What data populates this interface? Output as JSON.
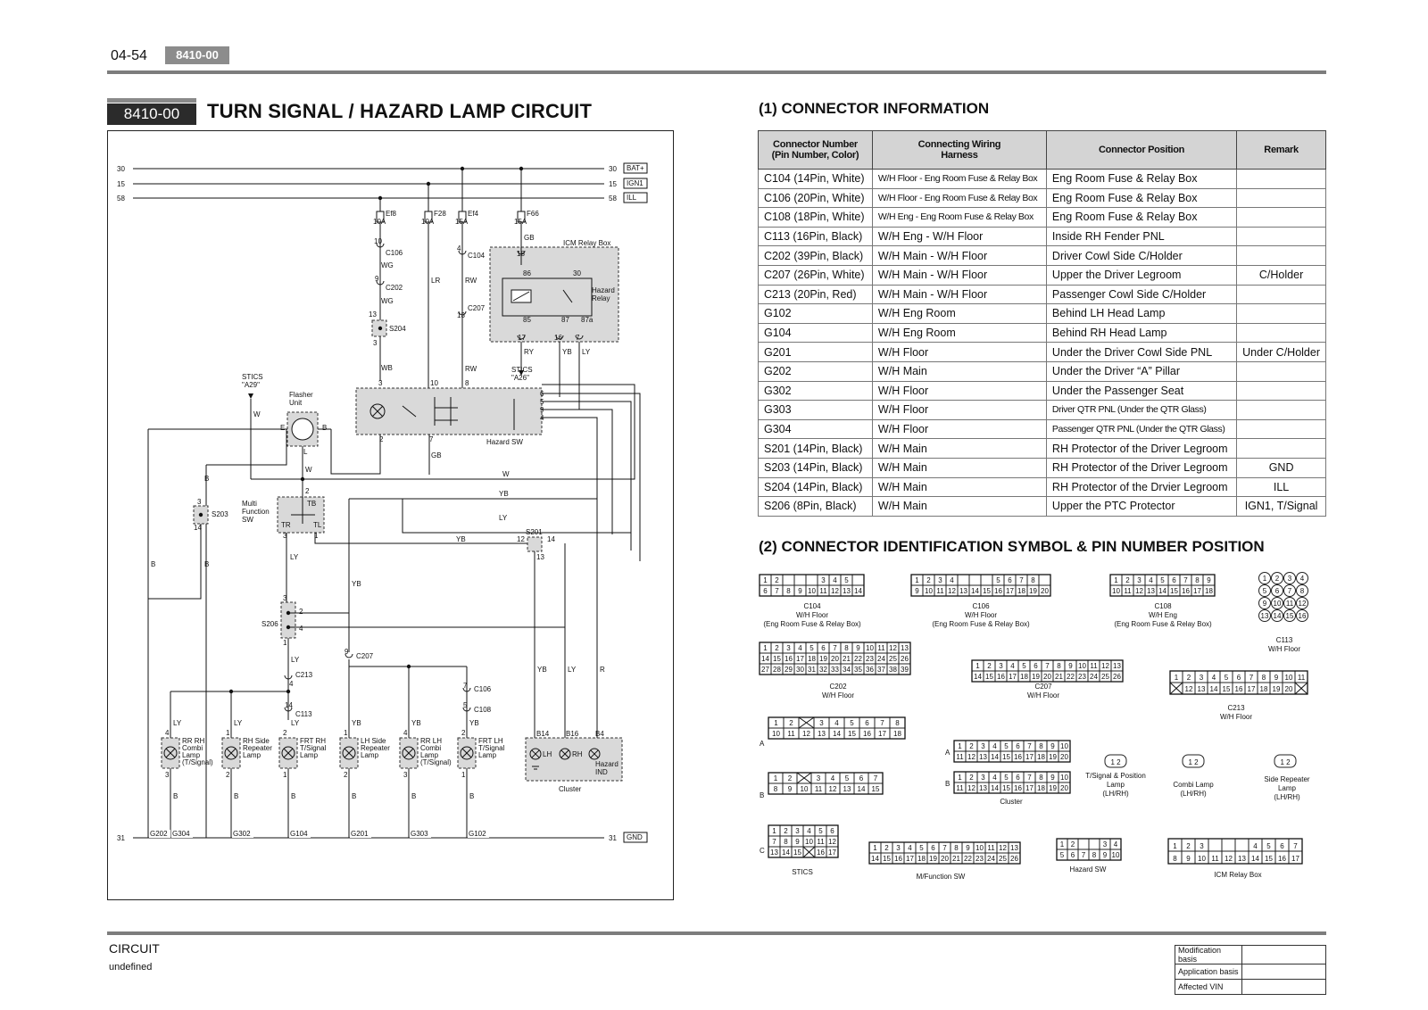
{
  "header": {
    "page_number": "04-54",
    "code": "8410-00"
  },
  "section": {
    "code_label": "8410-00",
    "title": "TURN SIGNAL / HAZARD LAMP CIRCUIT"
  },
  "circuit": {
    "rails": [
      {
        "left": "30",
        "right": "30",
        "tag": "BAT+"
      },
      {
        "left": "15",
        "right": "15",
        "tag": "IGN1"
      },
      {
        "left": "58",
        "right": "58",
        "tag": "ILL"
      }
    ],
    "ground": {
      "left": "31",
      "right": "31",
      "tag": "GND"
    },
    "fuses": [
      {
        "name": "Ef8",
        "rating": "10A"
      },
      {
        "name": "F28",
        "rating": "10A"
      },
      {
        "name": "Ef4",
        "rating": "15A"
      },
      {
        "name": "F66",
        "rating": "15A"
      }
    ],
    "labels": {
      "c106": "C106",
      "wg1": "WG",
      "c202": "C202",
      "wg2": "WG",
      "s204": "S204",
      "wb": "WB",
      "lr": "LR",
      "rw1": "RW",
      "c104": "C104",
      "c207a": "C207",
      "rw2": "RW",
      "gb": "GB",
      "icm": "ICM Relay Box",
      "hazard_relay": "Hazard\nRelay",
      "ry": "RY",
      "yb_r": "YB",
      "ly_r": "LY",
      "stics_a29": "STICS\n\"A29\"",
      "stics_a26": "STICS\n\"A26\"",
      "flasher": "Flasher\nUnit",
      "hazard_sw": "Hazard SW",
      "gb2": "GB",
      "w1": "W",
      "w2": "W",
      "w3": "W",
      "b_lbl": "B",
      "s203": "S203",
      "multi_sw": "Multi\nFunction\nSW",
      "yb1": "YB",
      "ly1": "LY",
      "yb2": "YB",
      "s201": "S201",
      "ly2": "LY",
      "yb3": "YB",
      "s206": "S206",
      "c207b": "C207",
      "ly3": "LY",
      "c213": "C213",
      "c106b": "C106",
      "c108": "C108",
      "c113": "C113",
      "yb4": "YB",
      "ly4": "LY",
      "r1": "R",
      "cluster": "Cluster",
      "hazard_ind": "Hazard\nIND",
      "lh": "LH",
      "rh": "RH",
      "b14": "B14",
      "b16": "B16",
      "b4": "B4"
    },
    "lamps": [
      {
        "name": "RR RH\nCombi\nLamp\n(T/Signal)",
        "wire": "LY",
        "top": "4",
        "bot": "3"
      },
      {
        "name": "RH Side\nRepeater\nLamp",
        "wire": "LY",
        "top": "1",
        "bot": "2"
      },
      {
        "name": "FRT RH\nT/Signal\nLamp",
        "wire": "LY",
        "top": "2",
        "bot": "1"
      },
      {
        "name": "LH Side\nRepeater\nLamp",
        "wire": "YB",
        "top": "1",
        "bot": "2"
      },
      {
        "name": "RR LH\nCombi\nLamp\n(T/Signal)",
        "wire": "YB",
        "top": "4",
        "bot": "3"
      },
      {
        "name": "FRT LH\nT/Signal\nLamp",
        "wire": "YB",
        "top": "2",
        "bot": "1"
      }
    ],
    "grounds": [
      "G202",
      "G304",
      "G302",
      "G104",
      "G201",
      "G303",
      "G102"
    ]
  },
  "connector_info": {
    "heading": "(1) CONNECTOR INFORMATION",
    "columns": [
      "Connector Number\n(Pin Number, Color)",
      "Connecting Wiring\nHarness",
      "Connector Position",
      "Remark"
    ],
    "rows": [
      [
        "C104 (14Pin, White)",
        "W/H Floor - Eng Room Fuse & Relay Box",
        "Eng Room Fuse & Relay Box",
        ""
      ],
      [
        "C106 (20Pin, White)",
        "W/H Floor - Eng Room Fuse & Relay Box",
        "Eng Room Fuse & Relay Box",
        ""
      ],
      [
        "C108 (18Pin, White)",
        "W/H Eng - Eng Room Fuse & Relay Box",
        "Eng Room Fuse & Relay Box",
        ""
      ],
      [
        "C113 (16Pin, Black)",
        "W/H Eng - W/H Floor",
        "Inside RH Fender PNL",
        ""
      ],
      [
        "C202 (39Pin, Black)",
        "W/H Main - W/H Floor",
        "Driver Cowl Side C/Holder",
        ""
      ],
      [
        "C207 (26Pin, White)",
        "W/H Main - W/H Floor",
        "Upper the Driver Legroom",
        "C/Holder"
      ],
      [
        "C213 (20Pin, Red)",
        "W/H Main - W/H Floor",
        "Passenger Cowl Side C/Holder",
        ""
      ],
      [
        "G102",
        "W/H Eng Room",
        "Behind LH Head Lamp",
        ""
      ],
      [
        "G104",
        "W/H Eng Room",
        "Behind RH Head Lamp",
        ""
      ],
      [
        "G201",
        "W/H Floor",
        "Under the Driver Cowl Side PNL",
        "Under C/Holder"
      ],
      [
        "G202",
        "W/H Main",
        "Under the Driver “A” Pillar",
        ""
      ],
      [
        "G302",
        "W/H Floor",
        "Under the Passenger Seat",
        ""
      ],
      [
        "G303",
        "W/H Floor",
        "Driver QTR PNL (Under the QTR Glass)",
        ""
      ],
      [
        "G304",
        "W/H Floor",
        "Passenger QTR PNL (Under the QTR Glass)",
        ""
      ],
      [
        "S201 (14Pin, Black)",
        "W/H Main",
        "RH Protector of the Driver Legroom",
        ""
      ],
      [
        "S203 (14Pin, Black)",
        "W/H Main",
        "RH Protector of the Driver Legroom",
        "GND"
      ],
      [
        "S204 (14Pin, Black)",
        "W/H Main",
        "RH Protector of the Drvier Legroom",
        "ILL"
      ],
      [
        "S206 (8Pin, Black)",
        "W/H Main",
        "Upper the PTC Protector",
        "IGN1, T/Signal"
      ]
    ]
  },
  "ident": {
    "heading": "(2) CONNECTOR IDENTIFICATION SYMBOL & PIN NUMBER POSITION",
    "connectors": [
      {
        "id": "c104",
        "caption": "C104\nW/H Floor\n(Eng Room Fuse & Relay Box)",
        "rows": [
          "1 2 _ _ 3 4 5",
          "6 7 8 9 10 11 12 13 14"
        ]
      },
      {
        "id": "c106",
        "caption": "C106\nW/H Floor\n(Eng Room Fuse & Relay Box)",
        "rows": [
          "1 2 3 4 _ _ 5 6 7 8",
          "9 10 11 12 13 14 15 16 17 18 19 20"
        ]
      },
      {
        "id": "c108",
        "caption": "C108\nW/H Eng\n(Eng Room Fuse & Relay Box)",
        "rows": [
          "1 2 3 4 5 6 7 8 9",
          "10 11 12 13 14 15 16 17 18"
        ]
      },
      {
        "id": "c113",
        "caption": "C113\nW/H Floor"
      },
      {
        "id": "c202",
        "caption": "C202\nW/H Floor",
        "rows": [
          "1 2 3 4 5 6 7 8 9 10 11 12 13",
          "14 15 16 17 18 19 20 21 22 23 24 25 26",
          "27 28 29 30 31 32 33 34 35 36 37 38 39"
        ]
      },
      {
        "id": "c207",
        "caption": "C207\nW/H Floor",
        "rows": [
          "1 2 3 4 5 6 7 8 9 10 11 12 13",
          "14 15 16 17 18 19 20 21 22 23 24 25 26"
        ]
      },
      {
        "id": "c213",
        "caption": "C213\nW/H Floor",
        "rows": [
          "1 2 3 4 5 6 7 8 9 10 11",
          "12 13 14 15 16 17 18 19 20"
        ]
      },
      {
        "id": "stics",
        "caption": "STICS",
        "parts": [
          "A",
          "B",
          "C"
        ]
      },
      {
        "id": "cluster",
        "caption": "Cluster",
        "parts": [
          "A",
          "B"
        ]
      },
      {
        "id": "tsig",
        "caption": "T/Signal & Position\nLamp\n(LH/RH)"
      },
      {
        "id": "combi",
        "caption": "Combi Lamp\n(LH/RH)"
      },
      {
        "id": "siderep",
        "caption": "Side Repeater\nLamp\n(LH/RH)"
      },
      {
        "id": "mfsw",
        "caption": "M/Function SW"
      },
      {
        "id": "hazsw",
        "caption": "Hazard SW"
      },
      {
        "id": "icmbox",
        "caption": "ICM Relay Box"
      }
    ]
  },
  "footer": {
    "circuit": "CIRCUIT",
    "undefined": "undefined",
    "mod_table": [
      "Modification basis",
      "Application basis",
      "Affected VIN"
    ]
  },
  "colors": {
    "rule": "#7d7d7d",
    "badge": "#8c8c8c",
    "table_header": "#d4d4d4",
    "component_fill": "#d9d9d9"
  }
}
